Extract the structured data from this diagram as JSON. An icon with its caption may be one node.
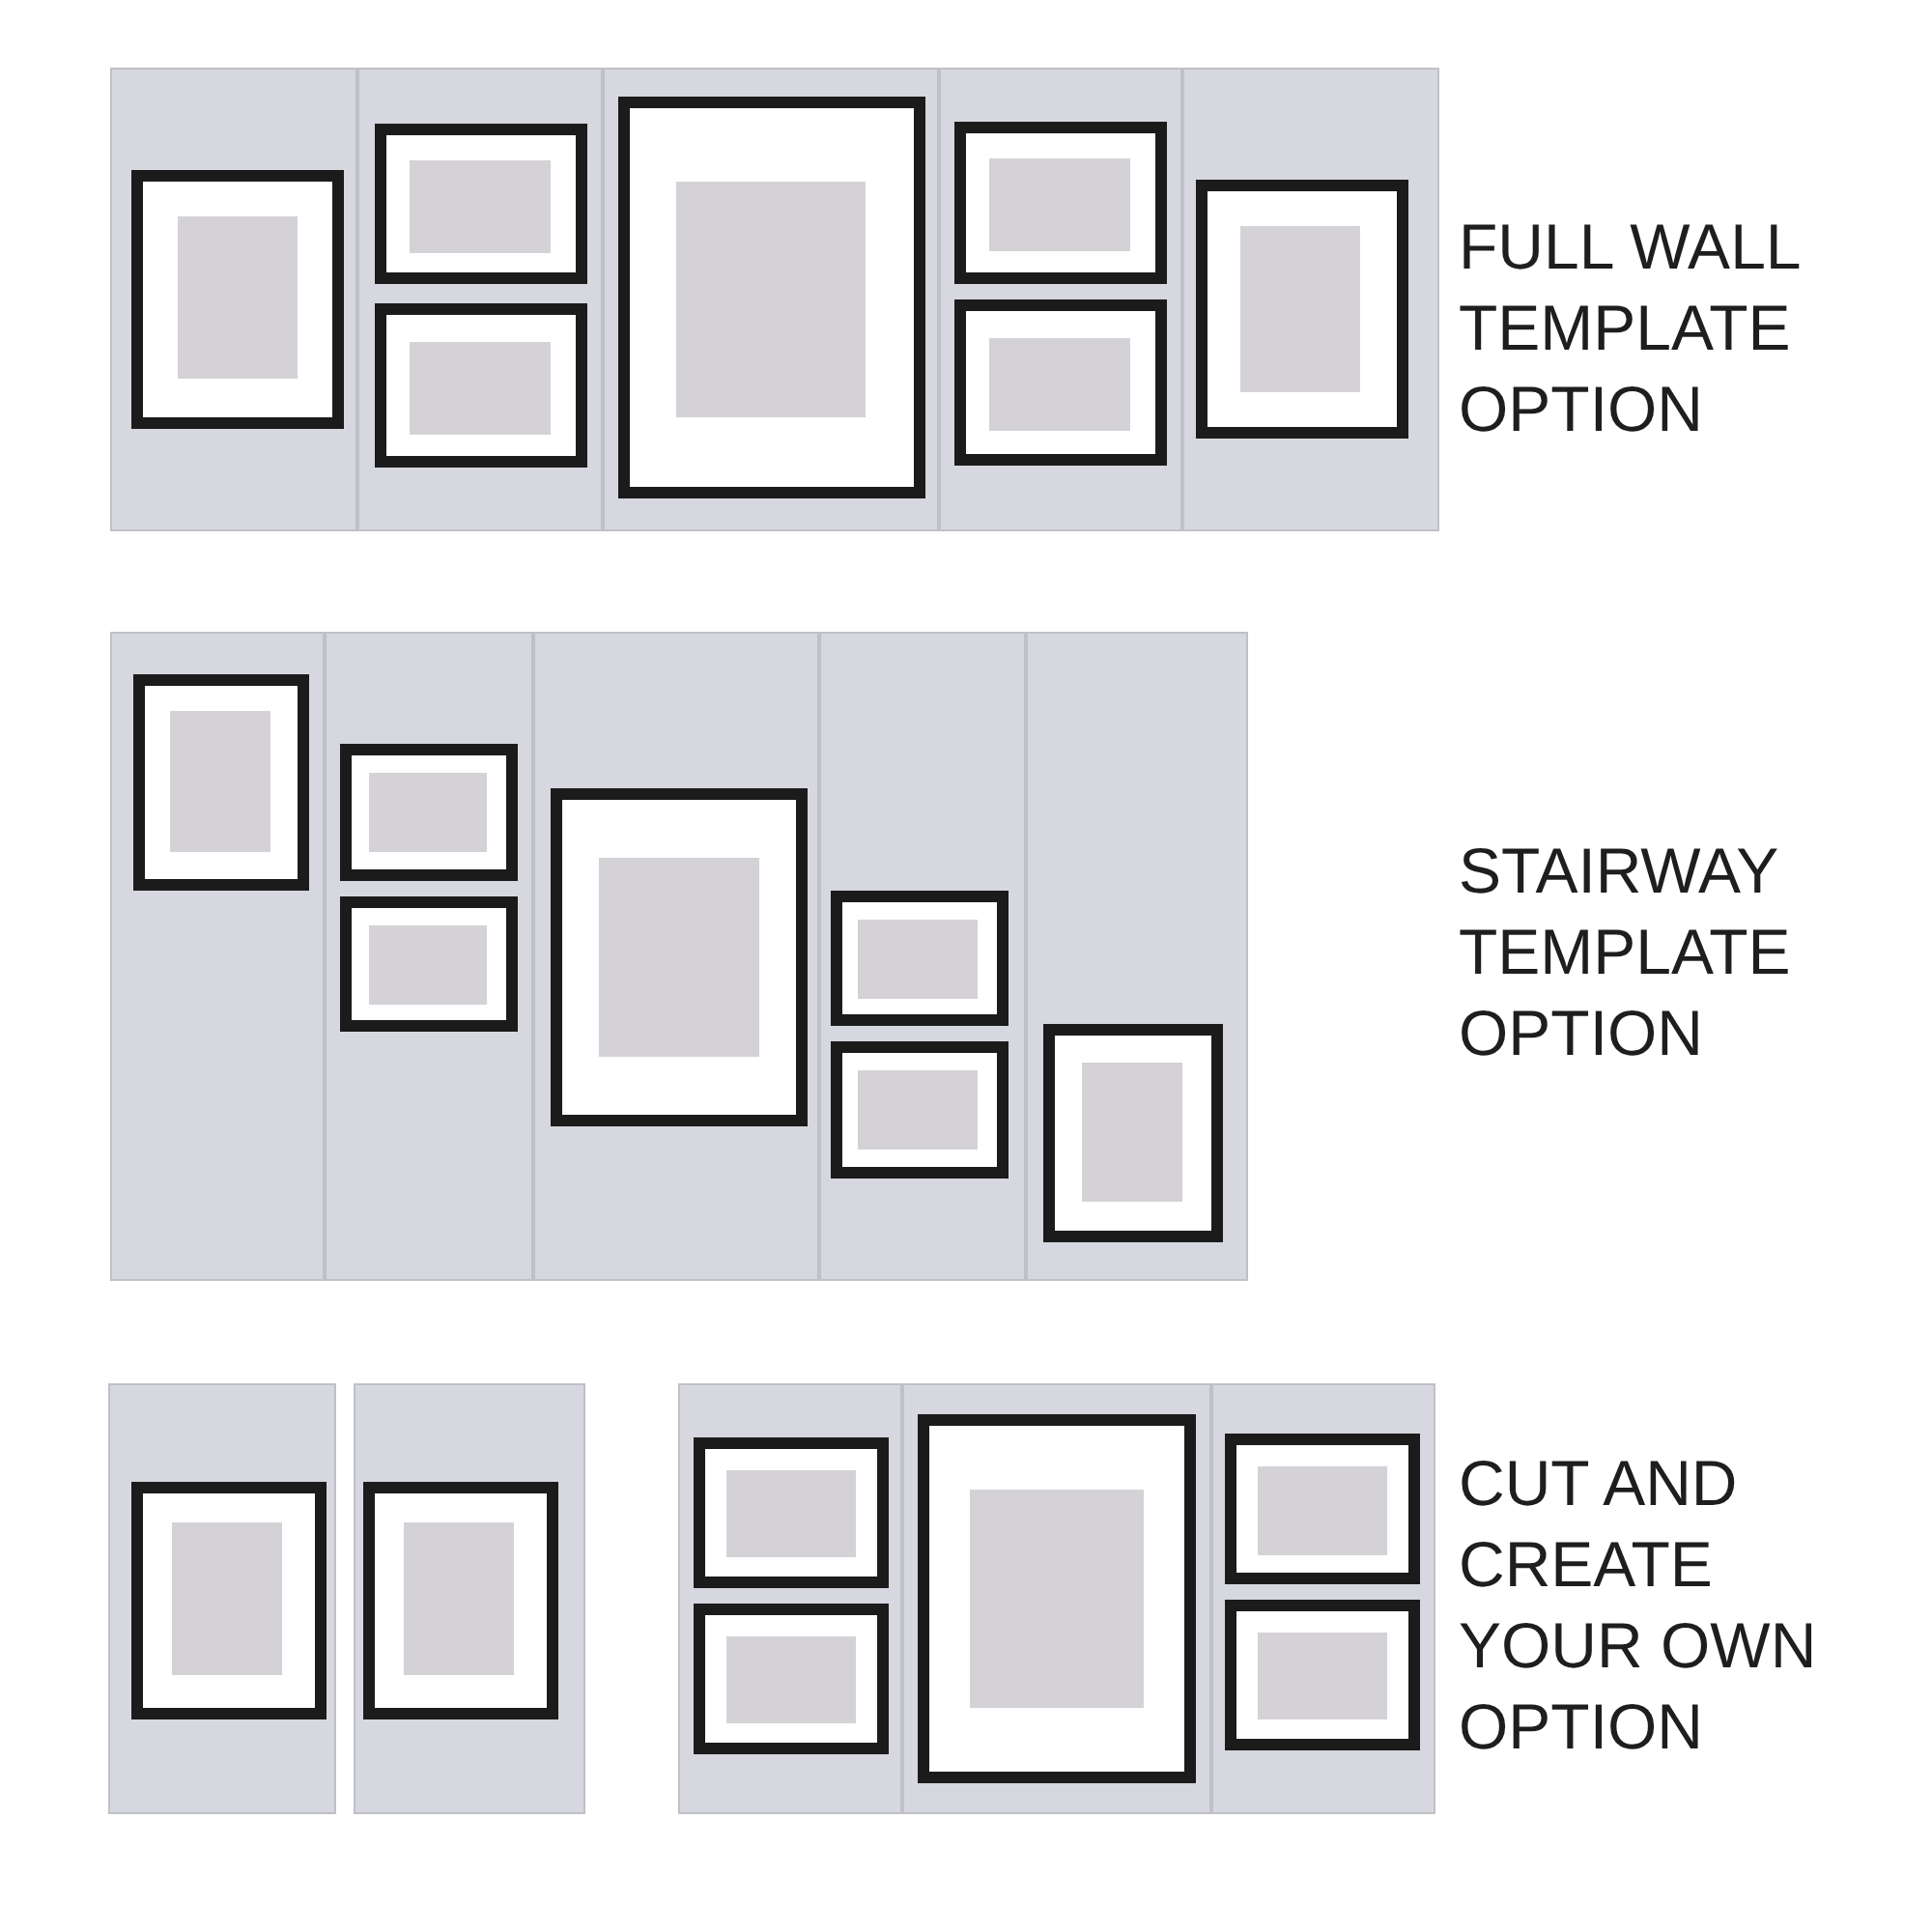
{
  "diagram": {
    "labels": [
      "FULL WALL TEMPLATE OPTION",
      "STAIRWAY TEMPLATE OPTION",
      "CUT AND CREATE YOUR OWN OPTION"
    ]
  }
}
